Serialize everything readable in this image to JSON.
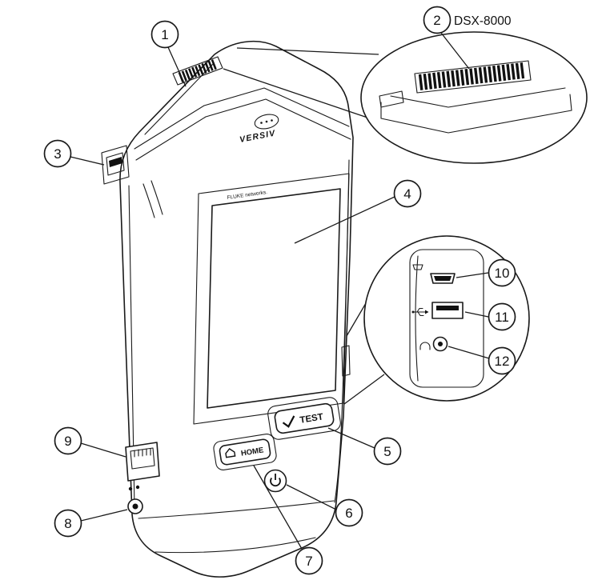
{
  "figure": {
    "model_label": "DSX-8000",
    "callouts": [
      "1",
      "2",
      "3",
      "4",
      "5",
      "6",
      "7",
      "8",
      "9",
      "10",
      "11",
      "12"
    ],
    "device": {
      "brand": "VERSIV",
      "oem_text": "FLUKE networks.",
      "buttons": {
        "test": "TEST",
        "home": "HOME"
      }
    },
    "colors": {
      "line": "#1a1a1a",
      "paper": "#ffffff",
      "connector": "#111111"
    }
  }
}
